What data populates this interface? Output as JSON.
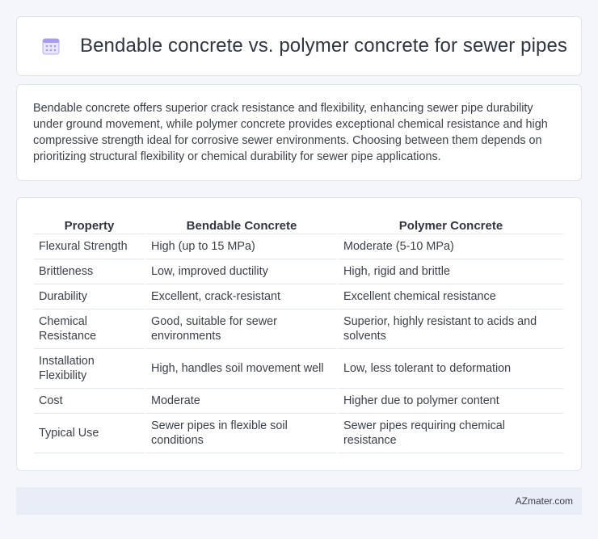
{
  "header": {
    "title": "Bendable concrete vs. polymer concrete for sewer pipes",
    "icon": "calendar-icon",
    "icon_color": "#8a7fe0"
  },
  "summary": {
    "text": "Bendable concrete offers superior crack resistance and flexibility, enhancing sewer pipe durability under ground movement, while polymer concrete provides exceptional chemical resistance and high compressive strength ideal for corrosive sewer environments. Choosing between them depends on prioritizing structural flexibility or chemical durability for sewer pipe applications."
  },
  "table": {
    "headers": [
      "Property",
      "Bendable Concrete",
      "Polymer Concrete"
    ],
    "rows": [
      [
        "Flexural Strength",
        "High (up to 15 MPa)",
        "Moderate (5-10 MPa)"
      ],
      [
        "Brittleness",
        "Low, improved ductility",
        "High, rigid and brittle"
      ],
      [
        "Durability",
        "Excellent, crack-resistant",
        "Excellent chemical resistance"
      ],
      [
        "Chemical Resistance",
        "Good, suitable for sewer environments",
        "Superior, highly resistant to acids and solvents"
      ],
      [
        "Installation Flexibility",
        "High, handles soil movement well",
        "Low, less tolerant to deformation"
      ],
      [
        "Cost",
        "Moderate",
        "Higher due to polymer content"
      ],
      [
        "Typical Use",
        "Sewer pipes in flexible soil conditions",
        "Sewer pipes requiring chemical resistance"
      ]
    ]
  },
  "footer": {
    "text": "AZmater.com"
  }
}
